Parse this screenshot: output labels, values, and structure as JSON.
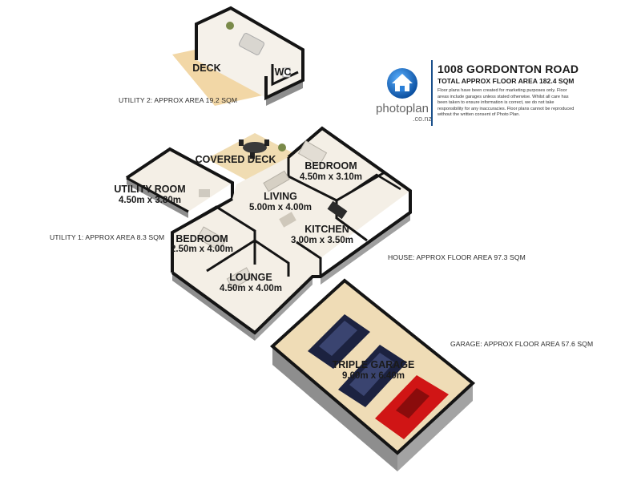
{
  "header": {
    "title": "1008 GORDONTON ROAD",
    "total_area": "TOTAL APPROX FLOOR AREA 182.4 SQM",
    "disclaimer": "Floor plans have been created for marketing purposes only. Floor areas include garages unless stated otherwise. Whilst all care has been taken to ensure information is correct, we do not take responsibility for any inaccuracies. Floor plans cannot be reproduced without the written consent of Photo Plan."
  },
  "logo": {
    "word": "photoplan",
    "sub": ".co.nz",
    "icon": "house-icon",
    "color": "#1a6fc0"
  },
  "areas": {
    "utility2": "UTILITY 2: APPROX AREA 19.2 SQM",
    "utility1": "UTILITY 1: APPROX AREA 8.3 SQM",
    "house": "HOUSE: APPROX FLOOR AREA 97.3 SQM",
    "garage": "GARAGE: APPROX FLOOR AREA 57.6 SQM"
  },
  "rooms": {
    "deck": {
      "name": "DECK"
    },
    "wc": {
      "name": "WC"
    },
    "covered_deck": {
      "name": "COVERED DECK"
    },
    "bedroom1": {
      "name": "BEDROOM",
      "dims": "4.50m x 3.10m"
    },
    "utility_room": {
      "name": "UTILITY ROOM",
      "dims": "4.50m x 3.80m"
    },
    "living": {
      "name": "LIVING",
      "dims": "5.00m x 4.00m"
    },
    "kitchen": {
      "name": "KITCHEN",
      "dims": "3.00m x 3.50m"
    },
    "bedroom2": {
      "name": "BEDROOM",
      "dims": "2.50m x 4.00m"
    },
    "lounge": {
      "name": "LOUNGE",
      "dims": "4.50m x 4.00m"
    },
    "garage": {
      "name": "TRIPLE GARAGE",
      "dims": "9.00m x 6.40m"
    }
  },
  "colors": {
    "wall_top": "#141414",
    "wall_side": "#9b9b9b",
    "floor": "#efe7d8",
    "deck": "#f2d7a6",
    "garage_floor": "#efdcb6",
    "car_red": "#d01515",
    "car_dark": "#1c2240"
  }
}
